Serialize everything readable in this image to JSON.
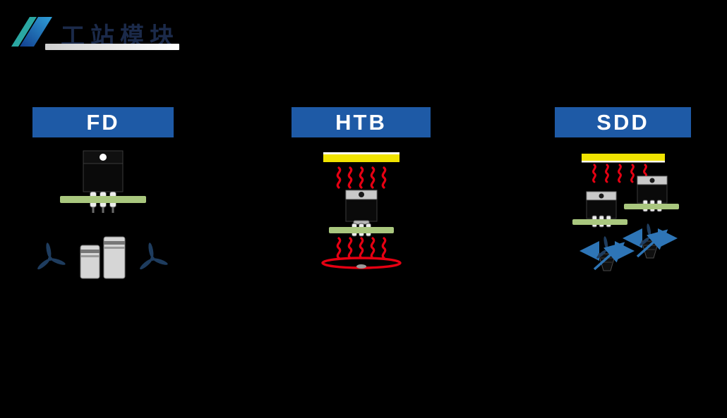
{
  "page": {
    "title": "工站模块"
  },
  "modules": [
    {
      "id": "fd",
      "label": "FD",
      "components": [
        "power-transistor-icon",
        "pcb-bar-icon",
        "cooling-fan-icon",
        "capacitor-icon"
      ]
    },
    {
      "id": "htb",
      "label": "HTB",
      "components": [
        "top-heater-bar-icon",
        "heat-waves-icon",
        "power-transistor-icon",
        "pcb-bar-icon",
        "heat-ring-icon"
      ]
    },
    {
      "id": "sdd",
      "label": "SDD",
      "components": [
        "top-heater-bar-icon",
        "heat-waves-icon",
        "power-transistor-icon",
        "pcb-bar-icon",
        "air-blower-icon",
        "airflow-arrow-icon"
      ]
    }
  ],
  "colors": {
    "background": "#000000",
    "header_bg": "#1e5aa6",
    "header_text": "#ffffff",
    "heater_yellow": "#f0e300",
    "heat_red": "#e50012",
    "pcb_green": "#a9c77e",
    "fan_navy": "#1e3c5e",
    "airflow_blue": "#2e75b6",
    "title_text": "#1b2a4a",
    "underline": "#ffffff",
    "logo_blue": "#2f9fd8",
    "logo_teal": "#2aa7a2"
  }
}
